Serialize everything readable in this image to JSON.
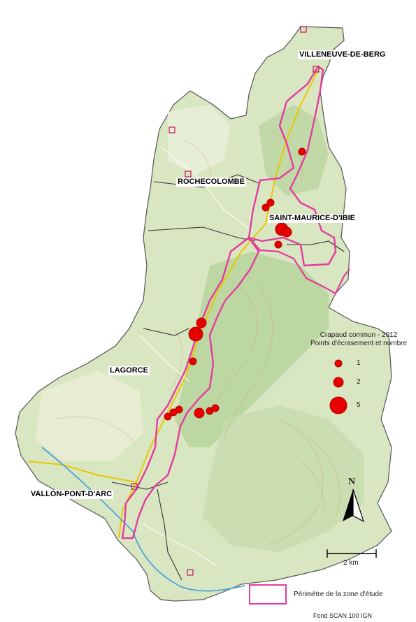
{
  "communes": {
    "villeneuve": "VILLENEUVE-DE-BERG",
    "rochecolombe": "ROCHECOLOMBE",
    "saint_maurice": "SAINT-MAURICE-D'IBIE",
    "lagorce": "LAGORCE",
    "vallon": "VALLON-PONT-D'ARC"
  },
  "legend": {
    "title_line1": "Crapaud commun - 2012",
    "title_line2": "Points d'écrasement et nombre",
    "sizes": [
      "1",
      "2",
      "5"
    ],
    "perimeter": "Périmètre de la zone d'étude",
    "scale": "2 km",
    "north": "N",
    "source": "Fond SCAN 100 IGN"
  },
  "colors": {
    "marker": "#e60000",
    "perimeter": "#e33c9e",
    "boundary": "#333333",
    "terrain": "#d9e6c2",
    "forest": "#b5d39a"
  }
}
